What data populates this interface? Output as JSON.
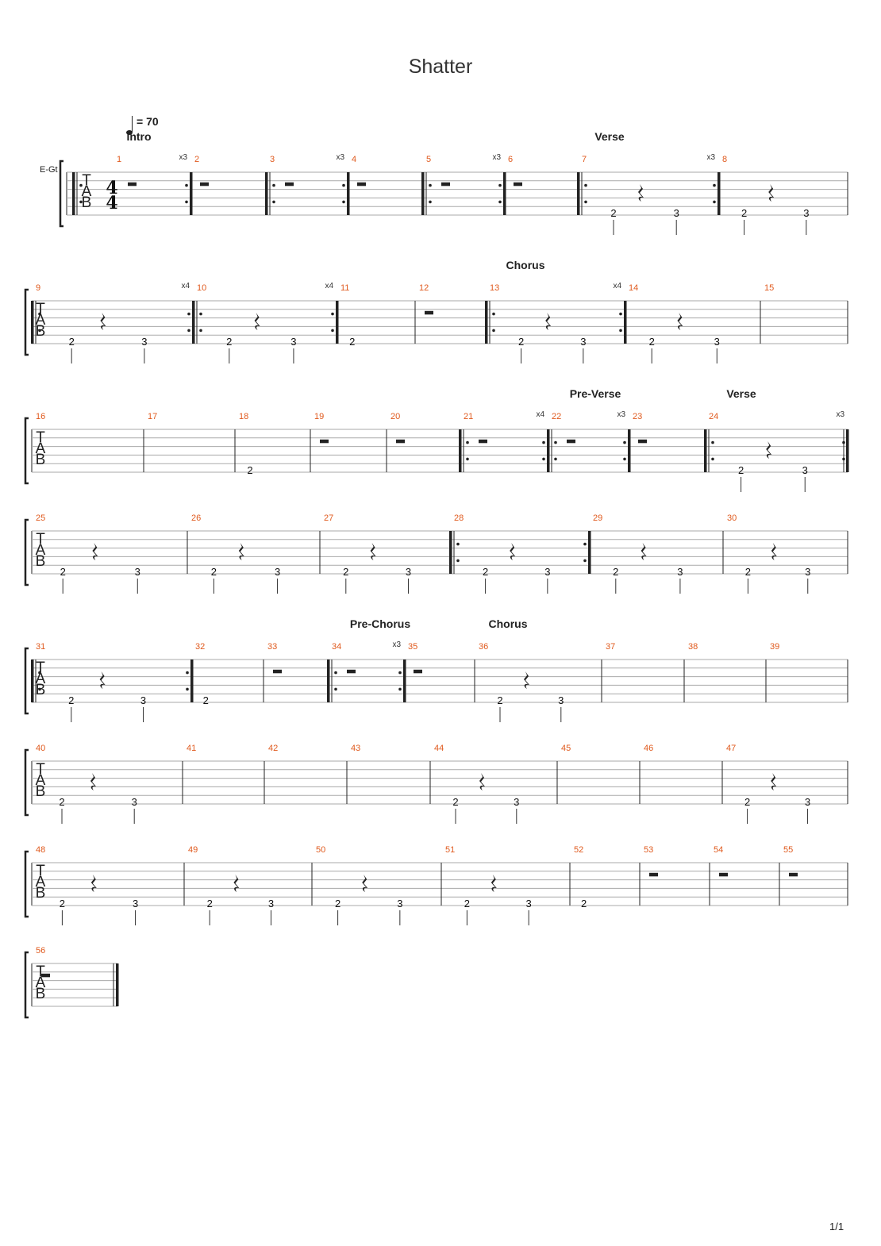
{
  "title": "Shatter",
  "tempo": "= 70",
  "instrument": "E-Gt",
  "page": "1/1",
  "time_signature": "4/4",
  "systems": [
    {
      "tab_label": true,
      "time_sig": true,
      "measures": [
        {
          "n": "1",
          "section": "Intro",
          "repeat_start": true,
          "repeat_end": true,
          "repeat_count": "x3",
          "content": "rest-whole"
        },
        {
          "n": "2",
          "content": "rest-whole"
        },
        {
          "n": "3",
          "repeat_start": true,
          "repeat_end": true,
          "repeat_count": "x3",
          "content": "rest-whole"
        },
        {
          "n": "4",
          "content": "rest-whole"
        },
        {
          "n": "5",
          "repeat_start": true,
          "repeat_end": true,
          "repeat_count": "x3",
          "content": "rest-whole"
        },
        {
          "n": "6",
          "content": "rest-whole"
        },
        {
          "n": "7",
          "section": "Verse",
          "repeat_start": true,
          "repeat_end": true,
          "repeat_count": "x3",
          "content": "pattern"
        },
        {
          "n": "8",
          "content": "pattern"
        }
      ]
    },
    {
      "tab_label": true,
      "repeat_open": true,
      "measures": [
        {
          "n": "9",
          "repeat_end": true,
          "repeat_count": "x4",
          "content": "pattern"
        },
        {
          "n": "10",
          "repeat_start": true,
          "repeat_end": true,
          "repeat_count": "x4",
          "content": "pattern"
        },
        {
          "n": "11",
          "content": "single"
        },
        {
          "n": "12",
          "content": "rest-whole"
        },
        {
          "n": "13",
          "section": "Chorus",
          "repeat_start": true,
          "repeat_end": true,
          "repeat_count": "x4",
          "content": "pattern"
        },
        {
          "n": "14",
          "content": "pattern"
        },
        {
          "n": "15",
          "content": "empty"
        }
      ]
    },
    {
      "tab_label": true,
      "measures": [
        {
          "n": "16",
          "content": "empty"
        },
        {
          "n": "17",
          "content": "empty"
        },
        {
          "n": "18",
          "content": "single"
        },
        {
          "n": "19",
          "content": "rest-whole"
        },
        {
          "n": "20",
          "content": "rest-whole"
        },
        {
          "n": "21",
          "repeat_start": true,
          "repeat_end": true,
          "repeat_count": "x4",
          "content": "rest-whole"
        },
        {
          "n": "22",
          "section": "Pre-Verse",
          "repeat_start": true,
          "repeat_end": true,
          "repeat_count": "x3",
          "content": "rest-whole"
        },
        {
          "n": "23",
          "content": "rest-whole"
        },
        {
          "n": "24",
          "section": "Verse",
          "repeat_start": true,
          "repeat_end": true,
          "repeat_count": "x3",
          "content": "pattern",
          "final": true
        }
      ]
    },
    {
      "tab_label": true,
      "measures": [
        {
          "n": "25",
          "content": "pattern"
        },
        {
          "n": "26",
          "content": "pattern"
        },
        {
          "n": "27",
          "content": "pattern"
        },
        {
          "n": "28",
          "repeat_start": true,
          "repeat_end": true,
          "content": "pattern"
        },
        {
          "n": "29",
          "content": "pattern"
        },
        {
          "n": "30",
          "content": "pattern"
        }
      ]
    },
    {
      "tab_label": true,
      "repeat_open": true,
      "measures": [
        {
          "n": "31",
          "repeat_end": true,
          "content": "pattern"
        },
        {
          "n": "32",
          "content": "single"
        },
        {
          "n": "33",
          "content": "rest-whole"
        },
        {
          "n": "34",
          "section": "Pre-Chorus",
          "repeat_start": true,
          "repeat_end": true,
          "repeat_count": "x3",
          "content": "rest-whole"
        },
        {
          "n": "35",
          "content": "rest-whole"
        },
        {
          "n": "36",
          "section": "Chorus",
          "content": "pattern"
        },
        {
          "n": "37",
          "content": "empty"
        },
        {
          "n": "38",
          "content": "empty"
        },
        {
          "n": "39",
          "content": "empty"
        }
      ]
    },
    {
      "tab_label": true,
      "measures": [
        {
          "n": "40",
          "content": "pattern"
        },
        {
          "n": "41",
          "content": "empty"
        },
        {
          "n": "42",
          "content": "empty"
        },
        {
          "n": "43",
          "content": "empty"
        },
        {
          "n": "44",
          "content": "pattern"
        },
        {
          "n": "45",
          "content": "empty"
        },
        {
          "n": "46",
          "content": "empty"
        },
        {
          "n": "47",
          "content": "pattern"
        }
      ]
    },
    {
      "tab_label": true,
      "measures": [
        {
          "n": "48",
          "content": "pattern"
        },
        {
          "n": "49",
          "content": "pattern"
        },
        {
          "n": "50",
          "content": "pattern"
        },
        {
          "n": "51",
          "content": "pattern"
        },
        {
          "n": "52",
          "content": "single"
        },
        {
          "n": "53",
          "content": "rest-whole"
        },
        {
          "n": "54",
          "content": "rest-whole"
        },
        {
          "n": "55",
          "content": "rest-whole"
        }
      ]
    },
    {
      "tab_label": true,
      "measures": [
        {
          "n": "56",
          "content": "rest-whole",
          "final": true
        }
      ]
    }
  ],
  "fret_first": "2",
  "fret_second": "3"
}
